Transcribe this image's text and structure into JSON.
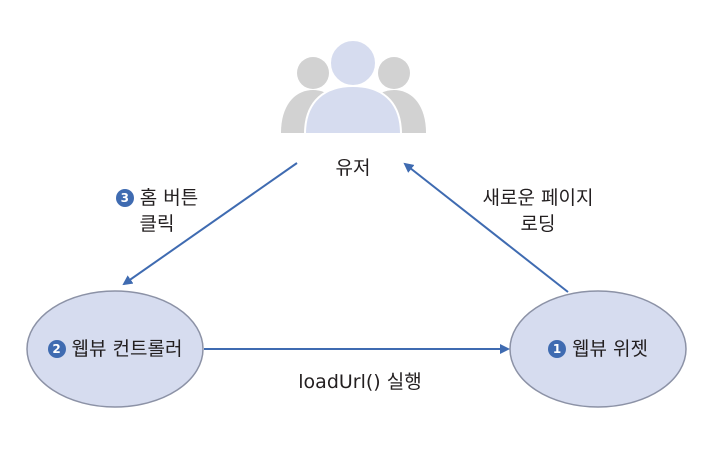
{
  "user": {
    "label": "유저",
    "icon": "users-group-icon"
  },
  "nodes": {
    "webview_controller": {
      "step": "2",
      "label": "웹뷰 컨트롤러"
    },
    "webview_widget": {
      "step": "1",
      "label": "웹뷰 위젯"
    }
  },
  "edges": {
    "home_button": {
      "step": "3",
      "line1": "홈 버튼",
      "line2": "클릭"
    },
    "load_url": {
      "label": "loadUrl() 실행"
    },
    "new_page": {
      "line1": "새로운 페이지",
      "line2": "로딩"
    }
  },
  "colors": {
    "node_fill": "#d6dcef",
    "node_stroke": "#8c92a6",
    "arrow": "#3f6bb1",
    "badge": "#3f6bb1",
    "user_front": "#d6dcef",
    "user_back": "#d2d2d2"
  }
}
